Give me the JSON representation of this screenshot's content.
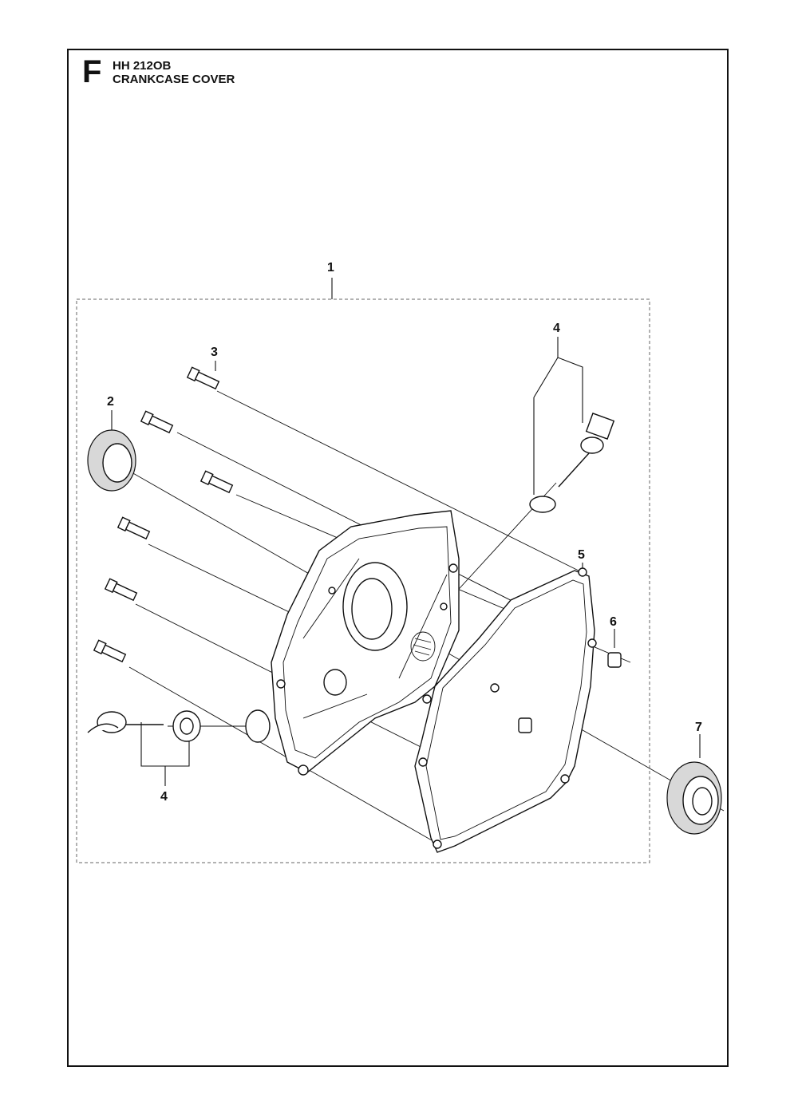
{
  "header": {
    "section_letter": "F",
    "model": "HH 212OB",
    "title": "CRANKCASE COVER"
  },
  "callouts": [
    {
      "id": "c1",
      "label": "1"
    },
    {
      "id": "c2",
      "label": "2"
    },
    {
      "id": "c3",
      "label": "3"
    },
    {
      "id": "c4a",
      "label": "4"
    },
    {
      "id": "c4b",
      "label": "4"
    },
    {
      "id": "c5",
      "label": "5"
    },
    {
      "id": "c6",
      "label": "6"
    },
    {
      "id": "c7",
      "label": "7"
    }
  ]
}
